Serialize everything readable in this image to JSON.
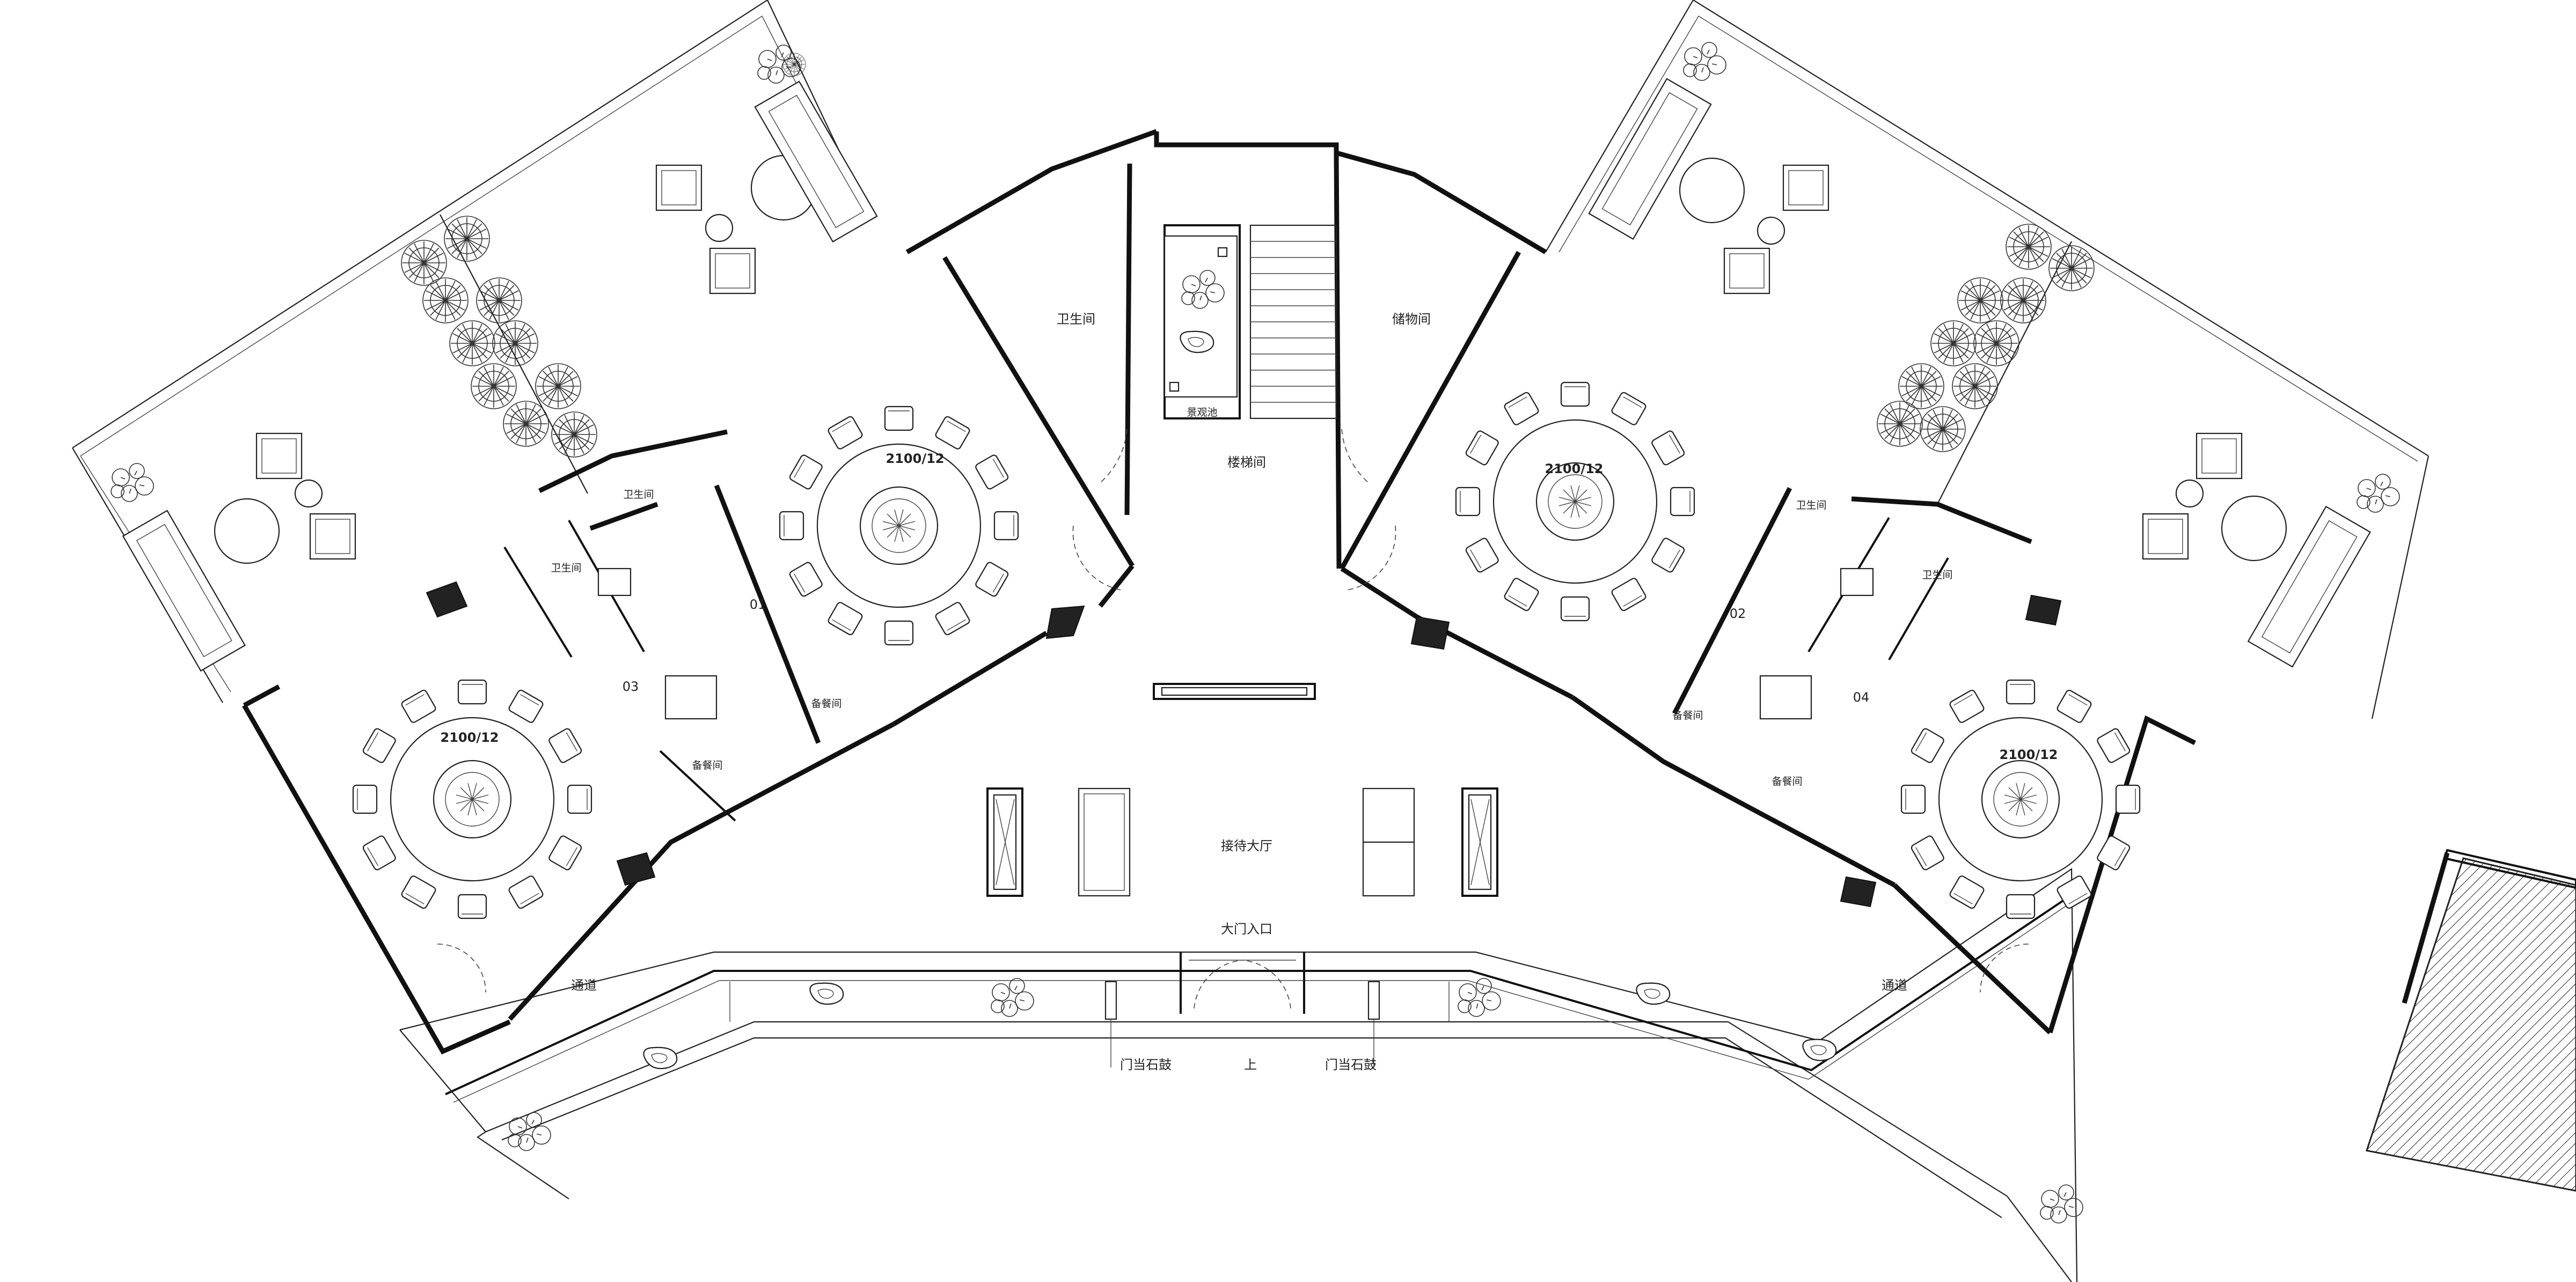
{
  "rooms": {
    "restroom_main": "卫生间",
    "storage": "储物间",
    "stair_hall": "楼梯间",
    "landscape_pool": "景观池",
    "restroom_small_left": "卫生间",
    "restroom_small_left2": "卫生间",
    "restroom_small_right": "卫生间",
    "restroom_small_right2": "卫生间",
    "pantry_left_a": "备餐间",
    "pantry_left_b": "备餐间",
    "pantry_right_a": "备餐间",
    "pantry_right_b": "备餐间",
    "reception_hall": "接待大厅",
    "main_entrance": "大门入口",
    "corridor_left": "通道",
    "corridor_right": "通道",
    "stone_drum_left": "门当石鼓",
    "stone_drum_right": "门当石鼓",
    "step_up": "上"
  },
  "dining_rooms": [
    {
      "number": "01",
      "table_label": "2100/12"
    },
    {
      "number": "02",
      "table_label": "2100/12"
    },
    {
      "number": "03",
      "table_label": "2100/12"
    },
    {
      "number": "04",
      "table_label": "2100/12"
    }
  ],
  "colors": {
    "wall": "#111111",
    "paper": "#ffffff"
  }
}
